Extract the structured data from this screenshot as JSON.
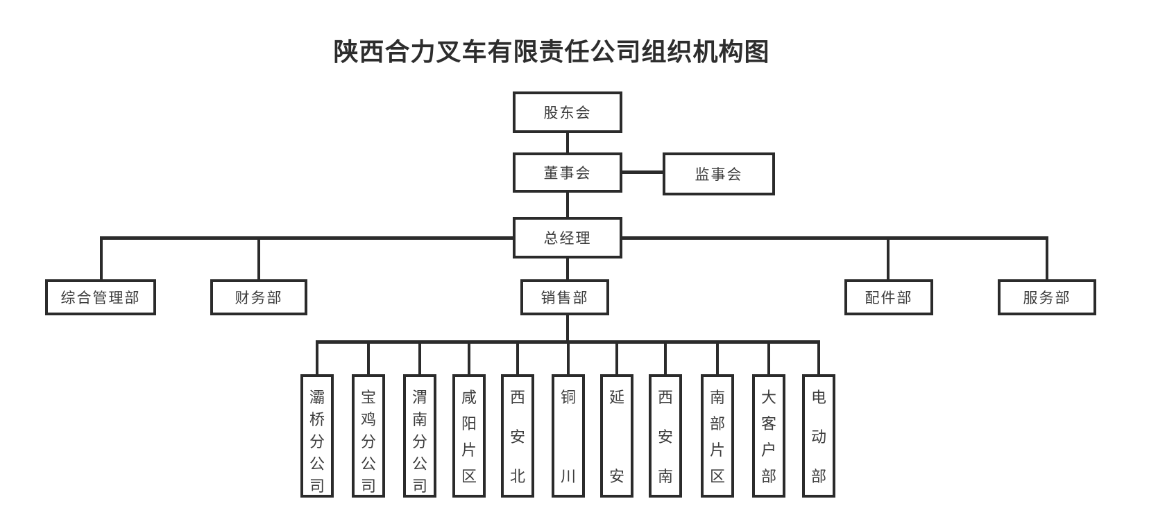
{
  "title": "陕西合力叉车有限责任公司组织机构图",
  "org": {
    "shareholders": "股东会",
    "board": "董事会",
    "supervisory": "监事会",
    "general_manager": "总经理",
    "departments": [
      "综合管理部",
      "财务部",
      "销售部",
      "配件部",
      "服务部"
    ],
    "sales_units": [
      "灞桥分公司",
      "宝鸡分公司",
      "渭南分公司",
      "咸阳片区",
      "西安北",
      "铜川",
      "延安",
      "西安南",
      "南部片区",
      "大客户部",
      "电动部"
    ]
  },
  "colors": {
    "line": "#2b2b2b",
    "text": "#3c3c3c",
    "background": "#ffffff"
  }
}
